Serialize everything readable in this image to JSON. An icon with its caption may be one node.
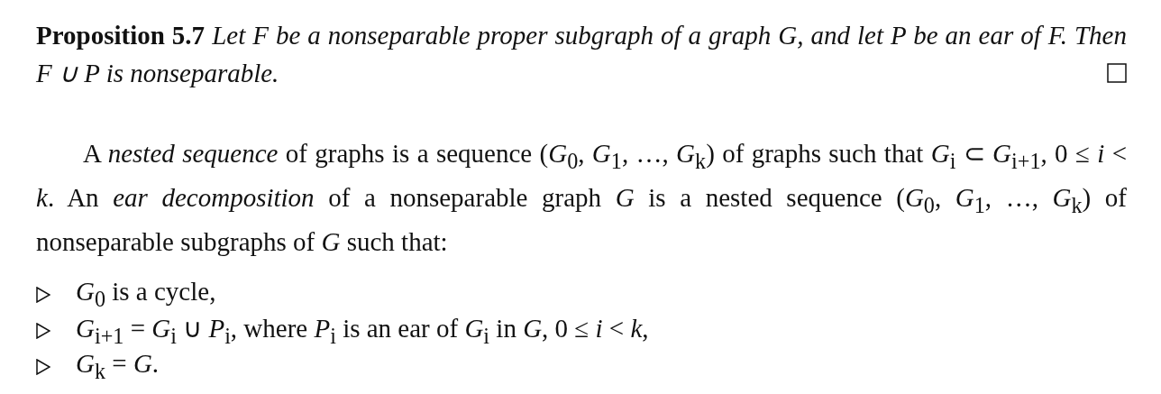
{
  "diagram": {
    "labels": [
      "Proposition 5.7",
      "Let F be a nonseparable proper subgraph of a graph G, and let P be an ear of F. Then F ∪ P is nonseparable.",
      "A *nested sequence* of graphs is a sequence (*G*$_{0}$, *G*$_{1}$, …, *G*$_{k}$) of graphs such that *G*$_{i}$ ⊂ *G*$_{i+1}$, 0 ≤ *i* < *k*. An *ear decomposition* of a nonseparable graph *G* is a nested sequence (*G*$_{0}$, *G*$_{1}$, …, *G*$_{k}$) of nonseparable subgraphs of *G* such that:",
      "*G*$_{0}$ is a cycle,",
      "*G*$_{i+1}$ = *G*$_{i}$ ∪ *P*$_{i}$, where *P*$_{i}$ is an ear of *G*$_{i}$ in *G*, 0 ≤ *i* < *k*,",
      "*G*$_{k}$ = *G*."
    ]
  }
}
